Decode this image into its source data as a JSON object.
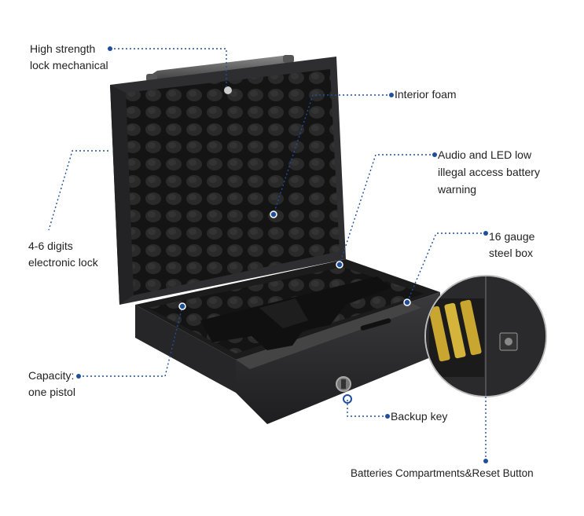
{
  "callouts": {
    "lock_mechanical": {
      "lines": [
        "High strength",
        "lock mechanical"
      ]
    },
    "interior_foam": {
      "lines": [
        "Interior foam"
      ]
    },
    "audio_led": {
      "lines": [
        "Audio and LED low",
        "illegal access battery",
        "warning"
      ]
    },
    "electronic_lock": {
      "lines": [
        "4-6 digits",
        "electronic lock"
      ]
    },
    "steel_box": {
      "lines": [
        "16 gauge",
        "steel box"
      ]
    },
    "capacity": {
      "lines": [
        "Capacity:",
        "one pistol"
      ]
    },
    "backup_key": {
      "lines": [
        "Backup key"
      ]
    },
    "batteries_reset": {
      "lines": [
        "Batteries Compartments&Reset Button"
      ]
    }
  },
  "colors": {
    "callout_line": "#1f4e9c",
    "safe_body": "#2b2b2d",
    "foam": "#1a1a1a",
    "text": "#222222"
  }
}
